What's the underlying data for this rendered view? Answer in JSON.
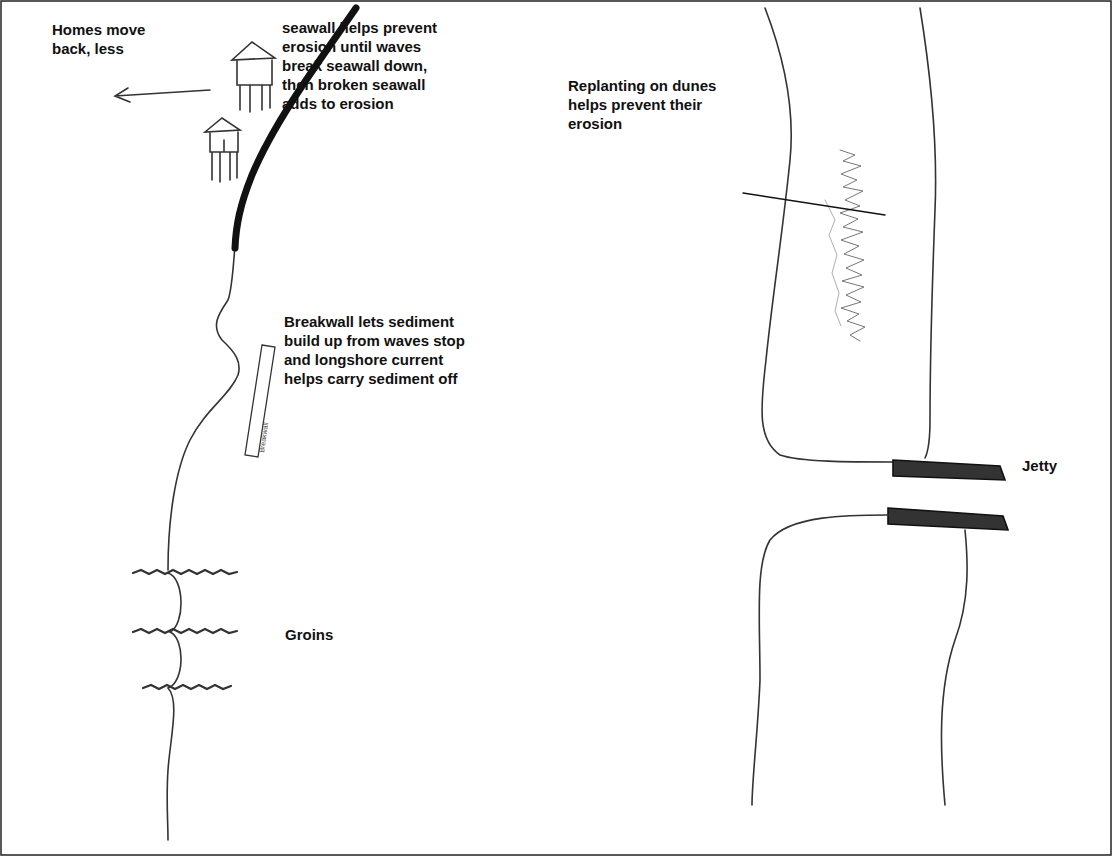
{
  "diagram": {
    "labels": [
      "Homes move back, less",
      "seawall helps prevent erosion until waves break seawall down, then broken seawall adds to erosion",
      "Breakwall lets sediment build up from waves stop and longshore current helps carry sediment off",
      "Breakwall",
      "Groins",
      "Replanting on dunes helps prevent their erosion",
      "Jetty"
    ]
  }
}
